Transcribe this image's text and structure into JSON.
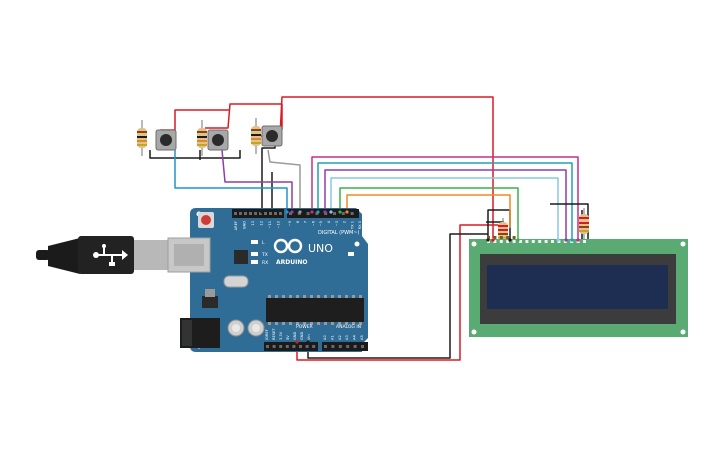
{
  "arduino": {
    "brand": "ARDUINO",
    "model": "UNO",
    "digital_label": "DIGITAL (PWM~)",
    "power_label": "POWER",
    "analog_label": "ANALOG IN",
    "led_labels": [
      "L",
      "TX",
      "RX"
    ],
    "digital_pins": [
      "AREF",
      "GND",
      "13",
      "12",
      "~11",
      "~10",
      "~9",
      "8",
      "7",
      "~6",
      "~5",
      "4",
      "~3",
      "2",
      "TX 1",
      "RX 0"
    ],
    "power_pins": [
      "IOREF",
      "RESET",
      "3.3V",
      "5V",
      "GND",
      "GND",
      "Vin"
    ],
    "analog_pins": [
      "A0",
      "A1",
      "A2",
      "A3",
      "A4",
      "A5"
    ],
    "board_color": "#2f6d96"
  },
  "lcd": {
    "pcb_color": "#5aaa73",
    "screen_color": "#1e2e52"
  },
  "wire_colors": {
    "red": "#d81b23",
    "black": "#1b1b1b",
    "blue": "#1e96c8",
    "purple": "#8e3fa8",
    "gray": "#9a9a9a",
    "magenta": "#c0308a",
    "teal": "#24a0b0",
    "lightblue": "#88c8e0",
    "green": "#3cb04a",
    "orange": "#f08a1e"
  },
  "components": {
    "buttons": 3,
    "resistors": 5
  }
}
